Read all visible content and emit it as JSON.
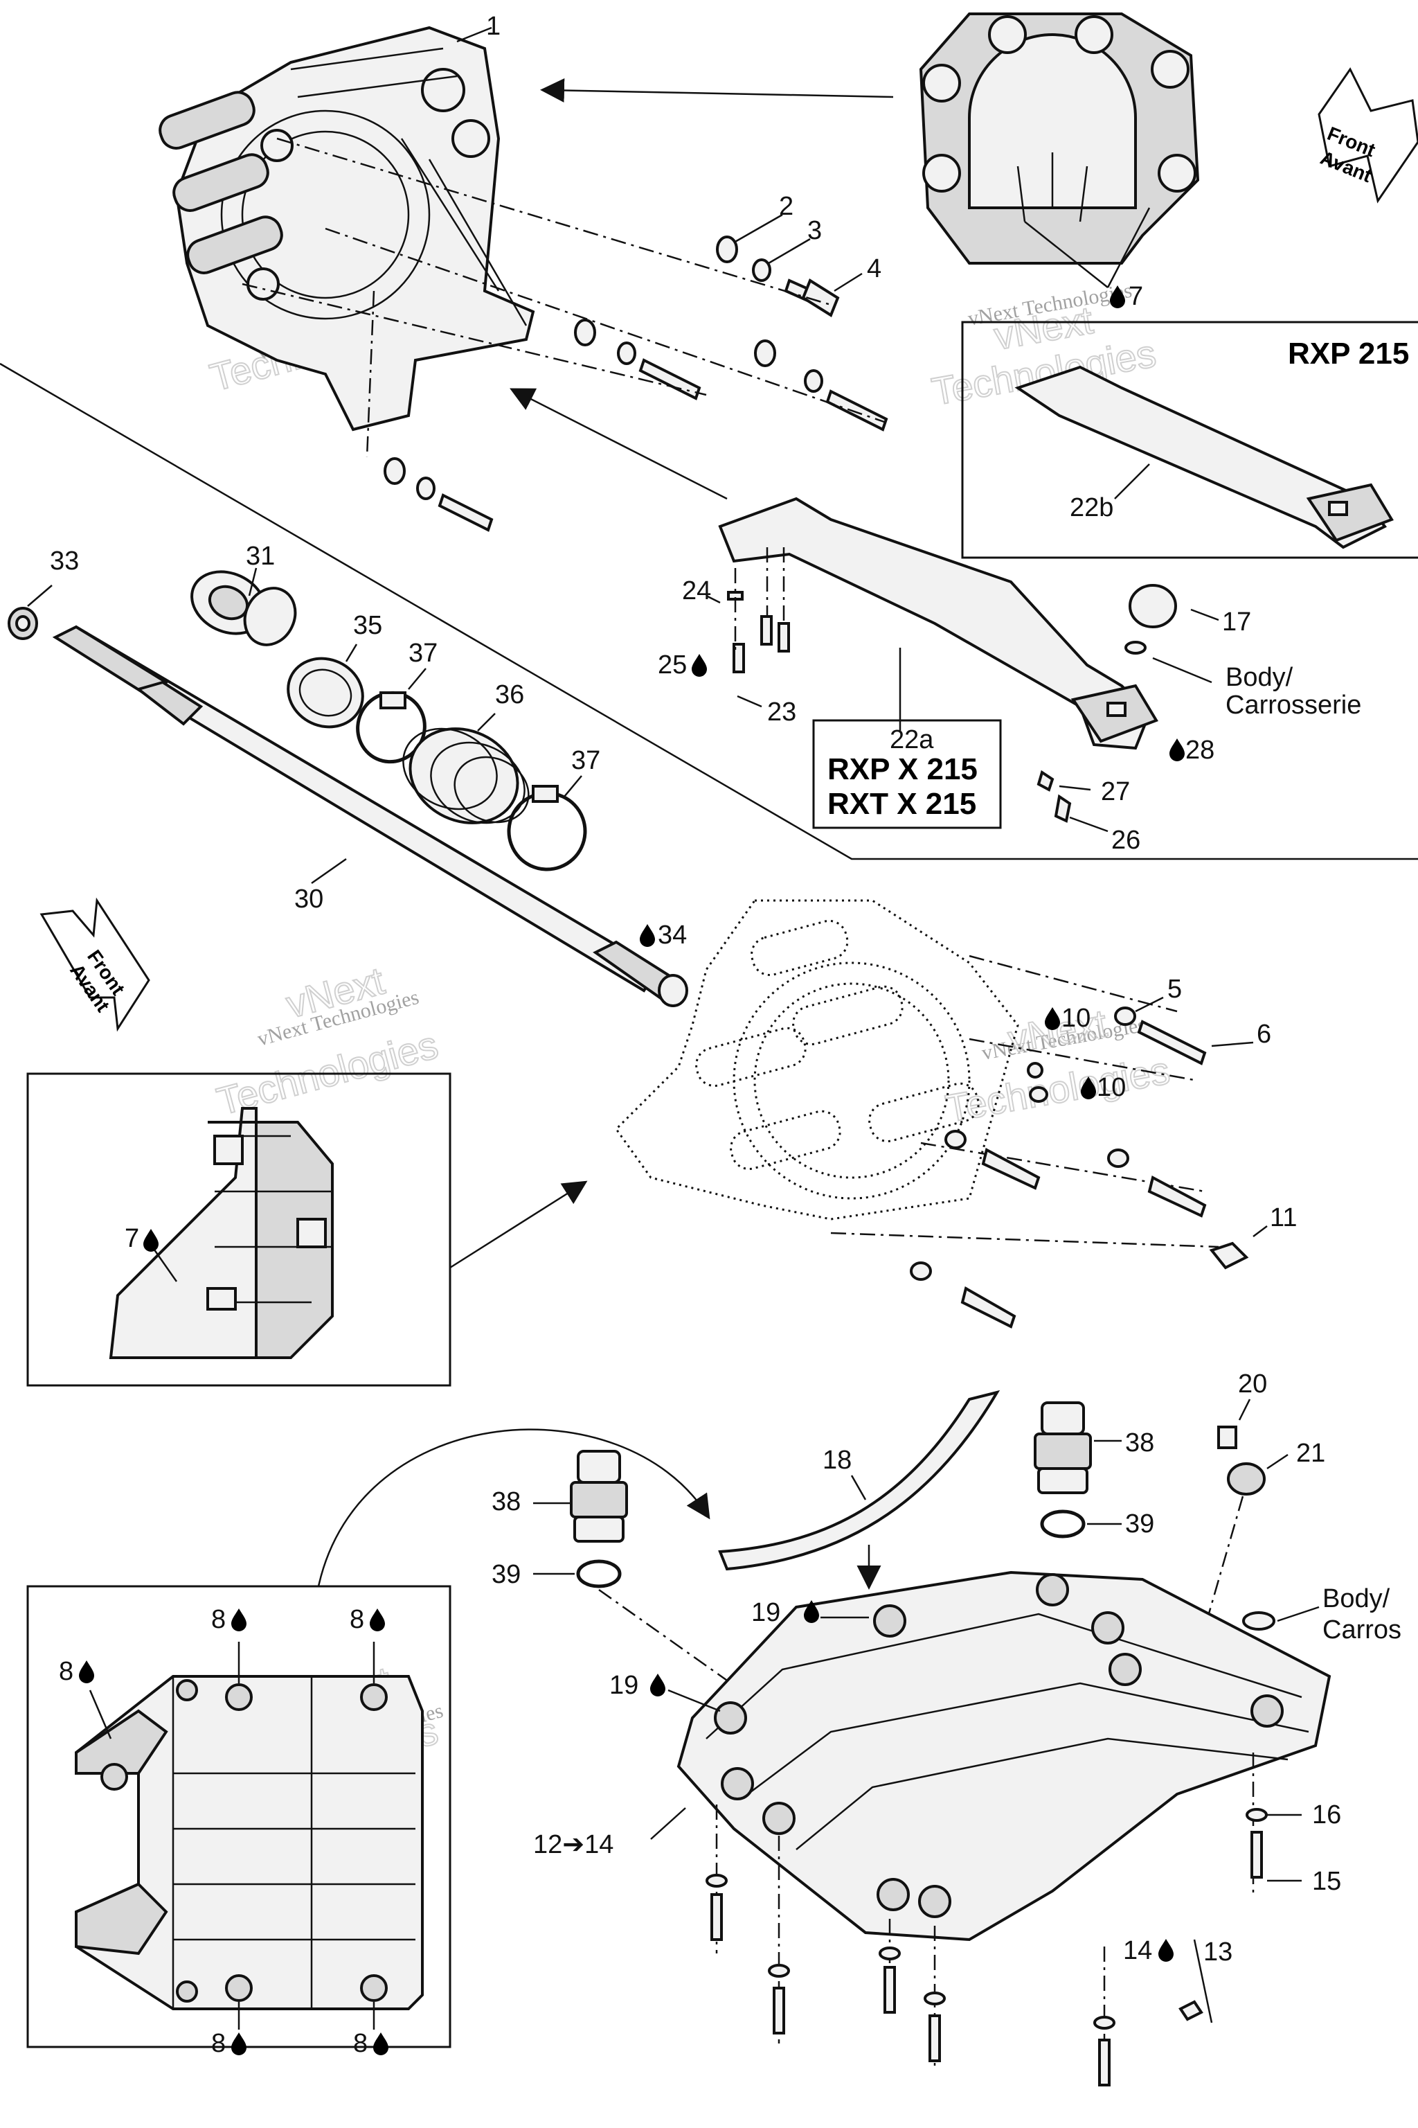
{
  "callouts": {
    "c1": "1",
    "c2": "2",
    "c3": "3",
    "c4": "4",
    "c5": "5",
    "c6": "6",
    "c7a": "7",
    "c7b": "7",
    "c10a": "10",
    "c10b": "10",
    "c11": "11",
    "c12_14": "12➔14",
    "c13": "13",
    "c14": "14",
    "c15": "15",
    "c16": "16",
    "c17": "17",
    "c18": "18",
    "c19a": "19",
    "c19b": "19",
    "c20": "20",
    "c21": "21",
    "c22a": "22a",
    "c22b": "22b",
    "c23": "23",
    "c24": "24",
    "c25": "25",
    "c26": "26",
    "c27": "27",
    "c28": "28",
    "c30": "30",
    "c31": "31",
    "c33": "33",
    "c34": "34",
    "c35": "35",
    "c36": "36",
    "c37a": "37",
    "c37b": "37",
    "c38a": "38",
    "c38b": "38",
    "c39a": "39",
    "c39b": "39",
    "c8a": "8",
    "c8b": "8",
    "c8c": "8",
    "c8d": "8",
    "c8e": "8"
  },
  "models": {
    "rxp215": "RXP 215",
    "rxp_x_215": "RXP X 215",
    "rxt_x_215": "RXT X 215"
  },
  "labels": {
    "body1_line1": "Body/",
    "body1_line2": "Carrosserie",
    "body2_line1": "Body/",
    "body2_line2": "Carros"
  },
  "direction_arrows": {
    "front": "Front",
    "avant": "Avant"
  },
  "watermark": {
    "line": "vNext Technologies",
    "brand_a": "vNext",
    "brand_b": "Technologies"
  },
  "icons": {
    "drop": "sealant-drop-icon",
    "arrow": "direction-arrow-icon"
  }
}
